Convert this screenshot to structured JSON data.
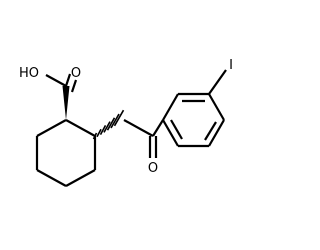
{
  "structure": {
    "atoms": {
      "hydroxyl": "HO",
      "carboxyl_oxygen": "O",
      "ketone_oxygen": "O",
      "iodine": "I"
    },
    "ring_stereo_bonds": [
      "wedge",
      "hashed"
    ]
  }
}
